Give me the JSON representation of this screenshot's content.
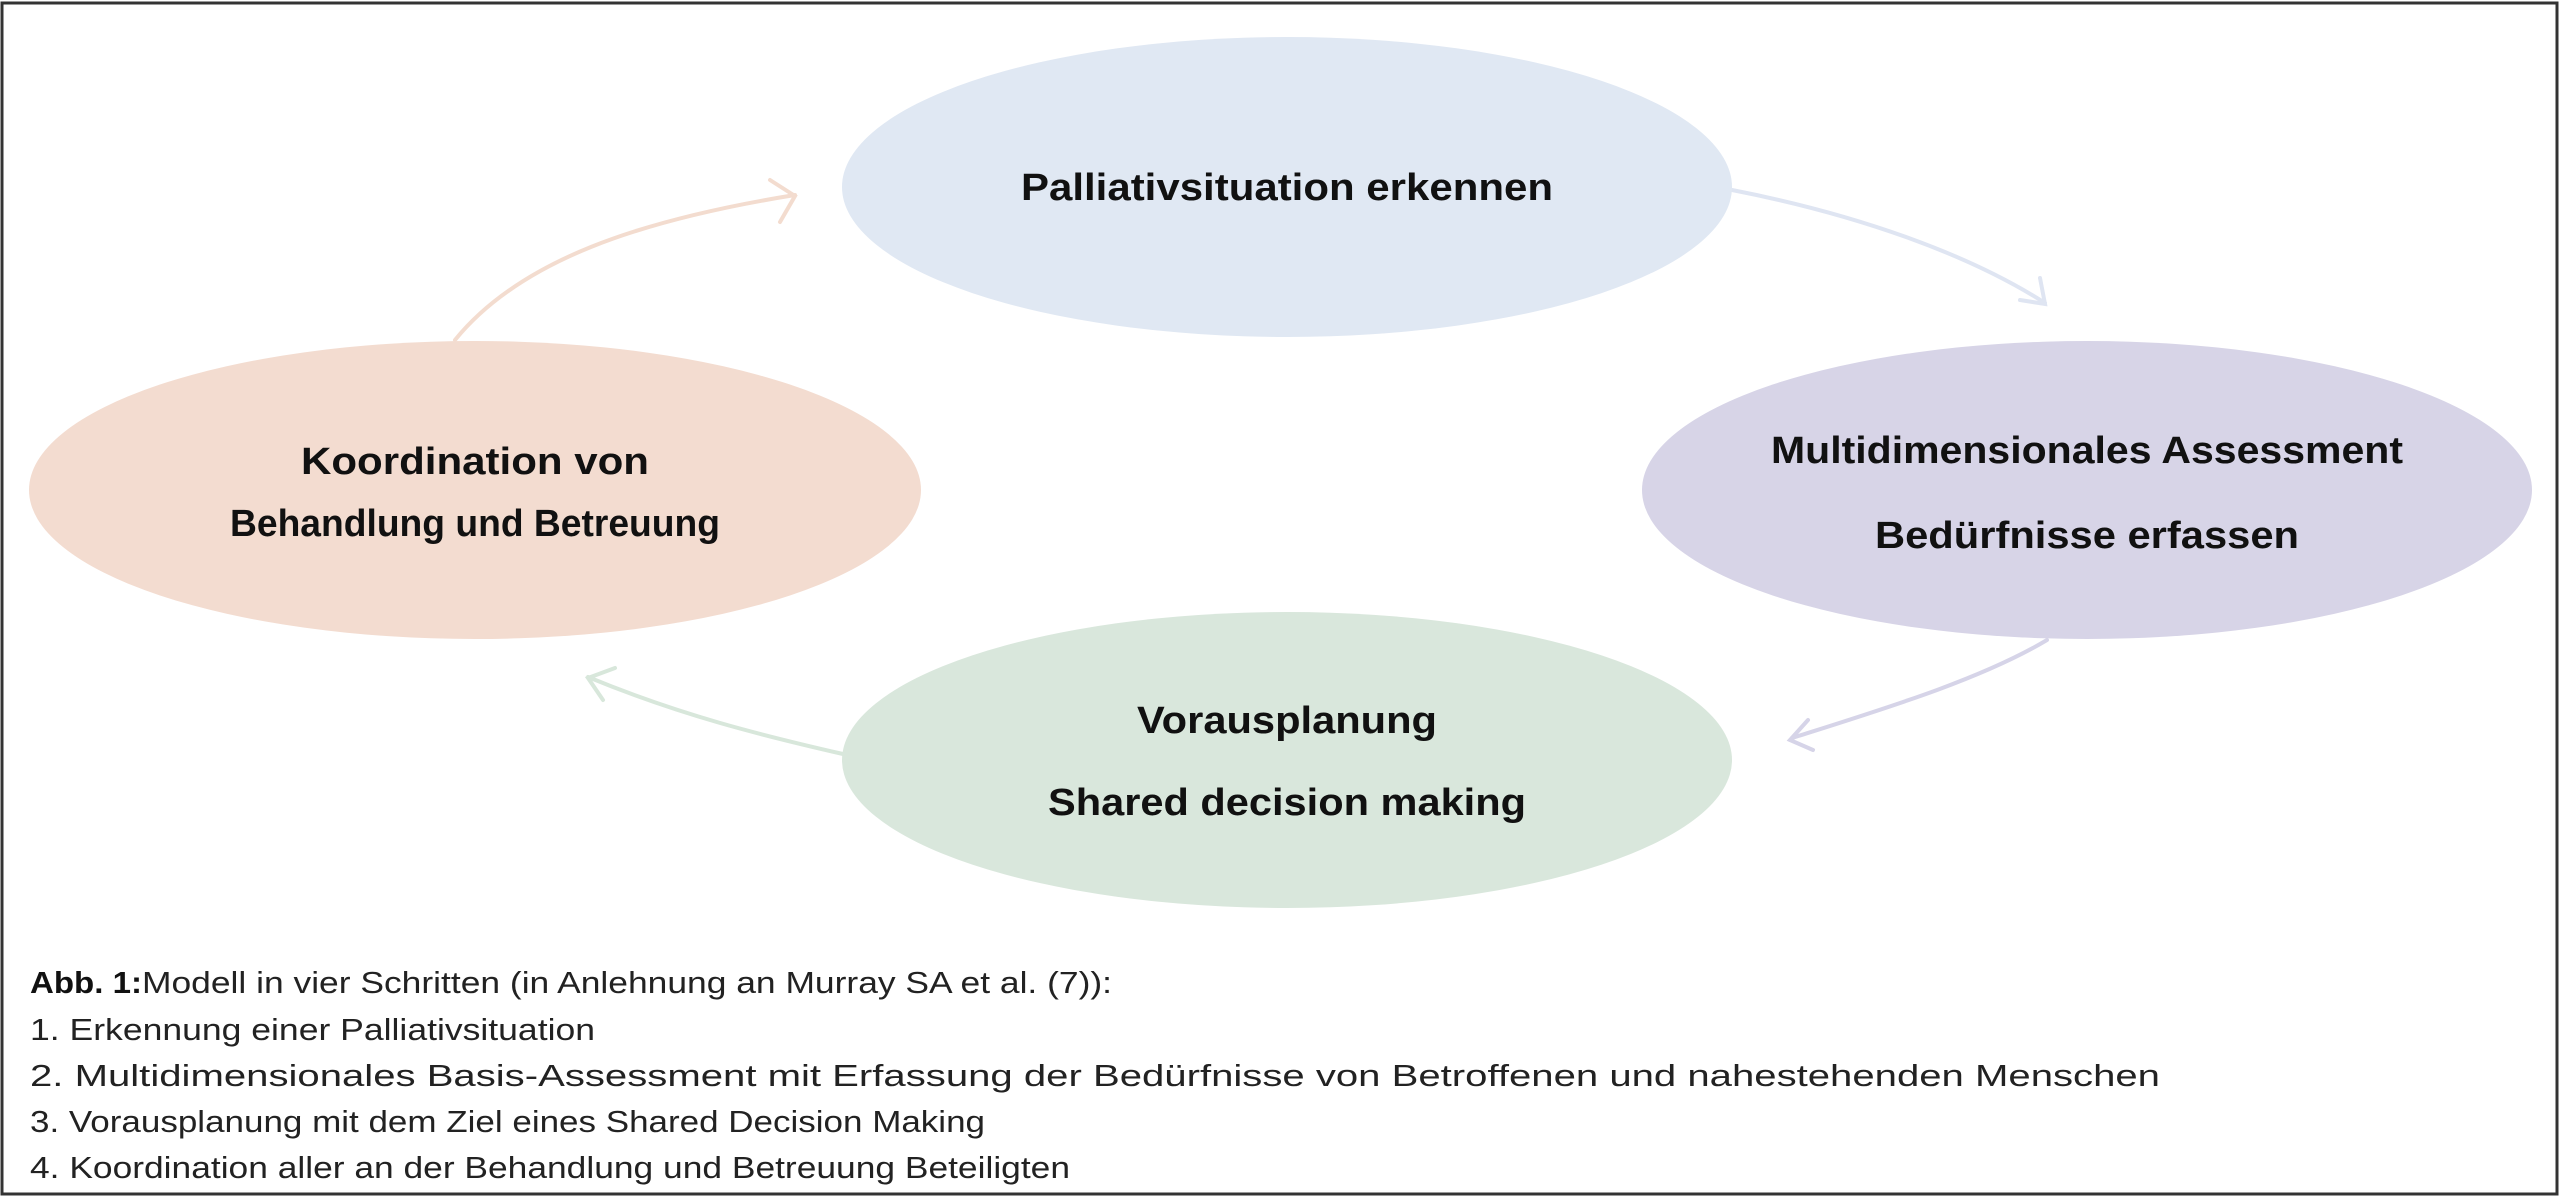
{
  "diagram": {
    "nodes": [
      {
        "id": "erkennen",
        "lines": [
          "Palliativsituation erkennen"
        ],
        "color": "#e0e8f3"
      },
      {
        "id": "assessment",
        "lines": [
          "Multidimensionales Assessment",
          "Bedürfnisse erfassen"
        ],
        "color": "#d7d4e7"
      },
      {
        "id": "vorausplanung",
        "lines": [
          "Vorausplanung",
          "Shared decision making"
        ],
        "color": "#d9e7dc"
      },
      {
        "id": "koordination",
        "lines": [
          "Koordination von",
          "Behandlung und Betreuung"
        ],
        "color": "#f3dcd0"
      }
    ],
    "edges": [
      {
        "from": "erkennen",
        "to": "assessment",
        "color": "#dfe5f2"
      },
      {
        "from": "assessment",
        "to": "vorausplanung",
        "color": "#d6d4e8"
      },
      {
        "from": "vorausplanung",
        "to": "koordination",
        "color": "#d8e7db"
      },
      {
        "from": "koordination",
        "to": "erkennen",
        "color": "#f3dccf"
      }
    ]
  },
  "caption": {
    "label": "Abb. 1:",
    "title": " Modell in vier Schritten (in Anlehnung an Murray SA et al. (7)):",
    "items": [
      "1. Erkennung einer Palliativsituation",
      "2. Multidimensionales Basis-Assessment mit Erfassung der Bedürfnisse von Betroffenen und nahestehenden Menschen",
      "3. Vorausplanung mit dem Ziel eines Shared Decision Making",
      "4. Koordination aller an der Behandlung und Betreuung Beteiligten"
    ]
  }
}
